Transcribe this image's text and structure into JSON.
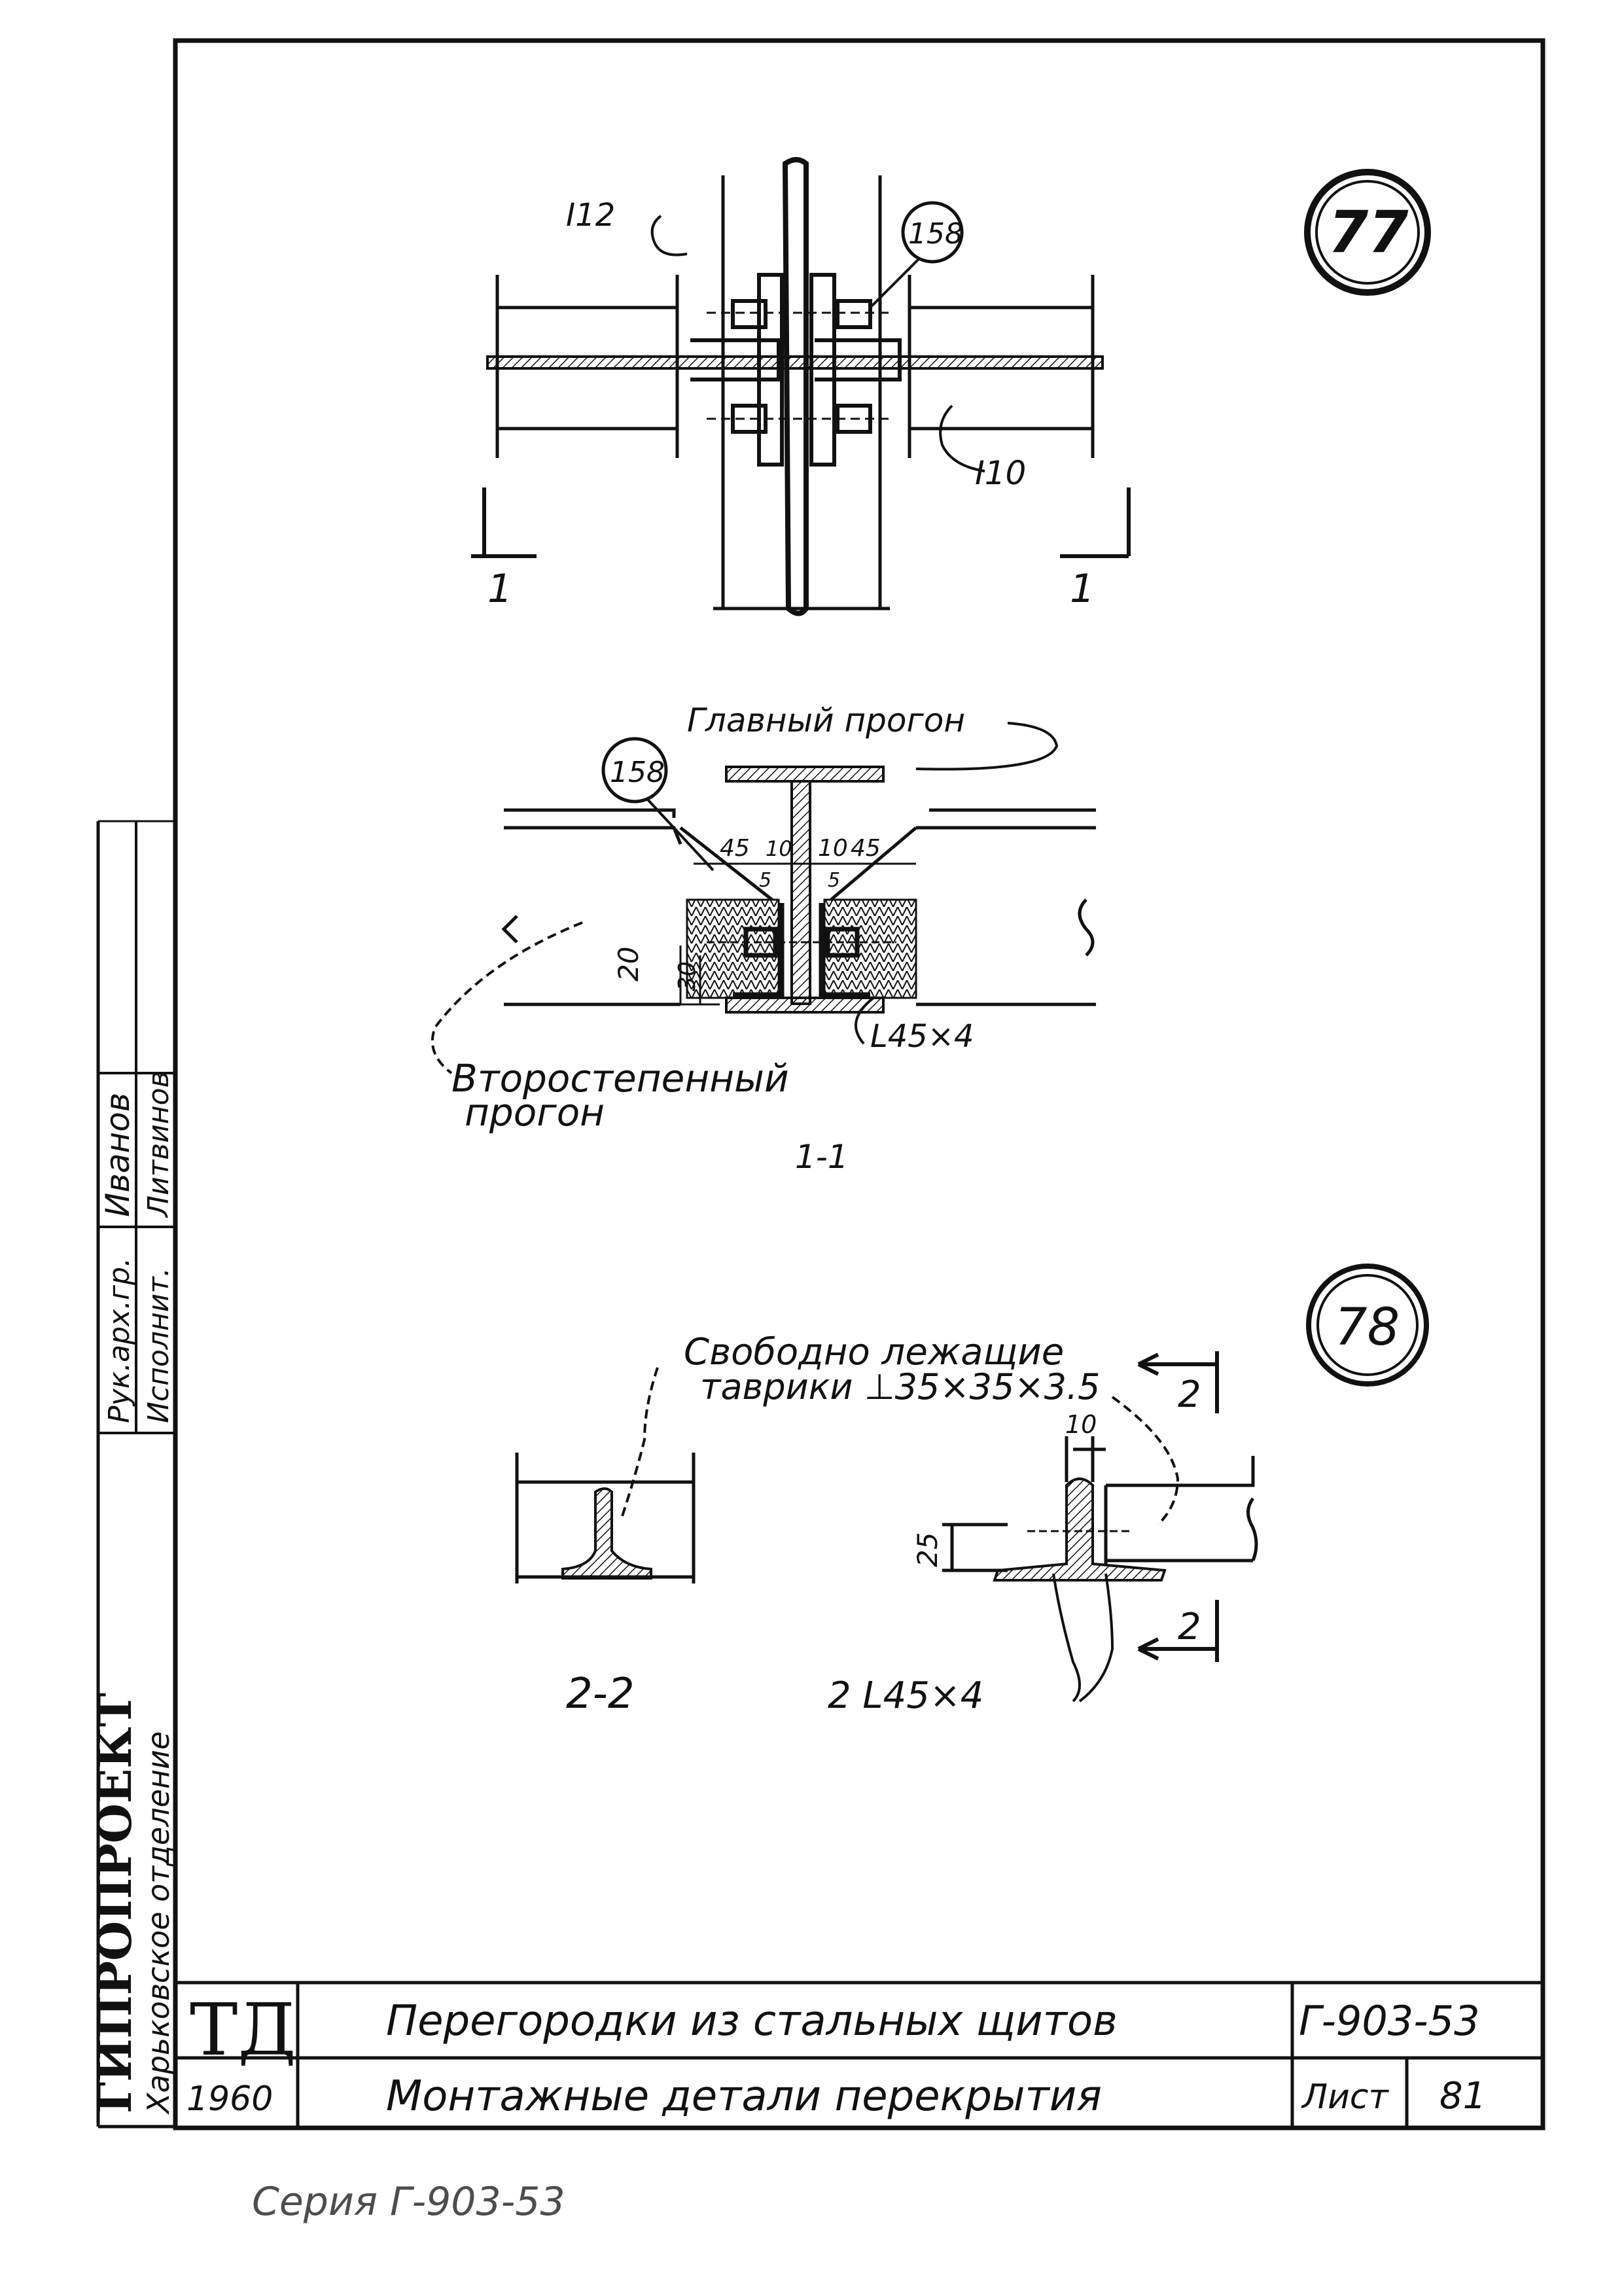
{
  "sheet": {
    "ink_color": "#111111",
    "paper_color": "#ffffff",
    "series_caption": "Серия Г-903-53"
  },
  "side_stamp": {
    "org_name": "ГИПРОПРОЕКТ",
    "department": "Харьковское отделение",
    "rows": [
      {
        "role": "Рук.арх.гр.",
        "name": "Иванов"
      },
      {
        "role": "Исполнит.",
        "name": "Литвинов"
      }
    ]
  },
  "title_block": {
    "logo": "ТД",
    "year": "1960",
    "title_line1": "Перегородки из стальных щитов",
    "title_line2": "Монтажные детали перекрытия",
    "doc_code": "Г-903-53",
    "sheet_label": "Лист",
    "sheet_number": "81"
  },
  "detail_77": {
    "number": "77",
    "beam_main_label": "I12",
    "beam_secondary_label": "I10",
    "ref_node": "158",
    "section_mark_left": "1",
    "section_mark_right": "1"
  },
  "section_1_1": {
    "main_beam_label": "Главный прогон",
    "secondary_beam_label_line1": "Второстепенный",
    "secondary_beam_label_line2": "прогон",
    "ref_node": "158",
    "angle_label": "L45×4",
    "dims": [
      "45",
      "10",
      "10",
      "45",
      "5",
      "5",
      "20",
      "30"
    ],
    "caption": "1-1"
  },
  "detail_78": {
    "number": "78",
    "note_line1": "Свободно лежащие",
    "note_line2": "таврики ⊥35×35×3.5",
    "dim_top": "10",
    "dim_side": "25",
    "angle_label": "2 L45×4",
    "section_mark_top": "2",
    "section_mark_bottom": "2",
    "caption": "2-2"
  }
}
